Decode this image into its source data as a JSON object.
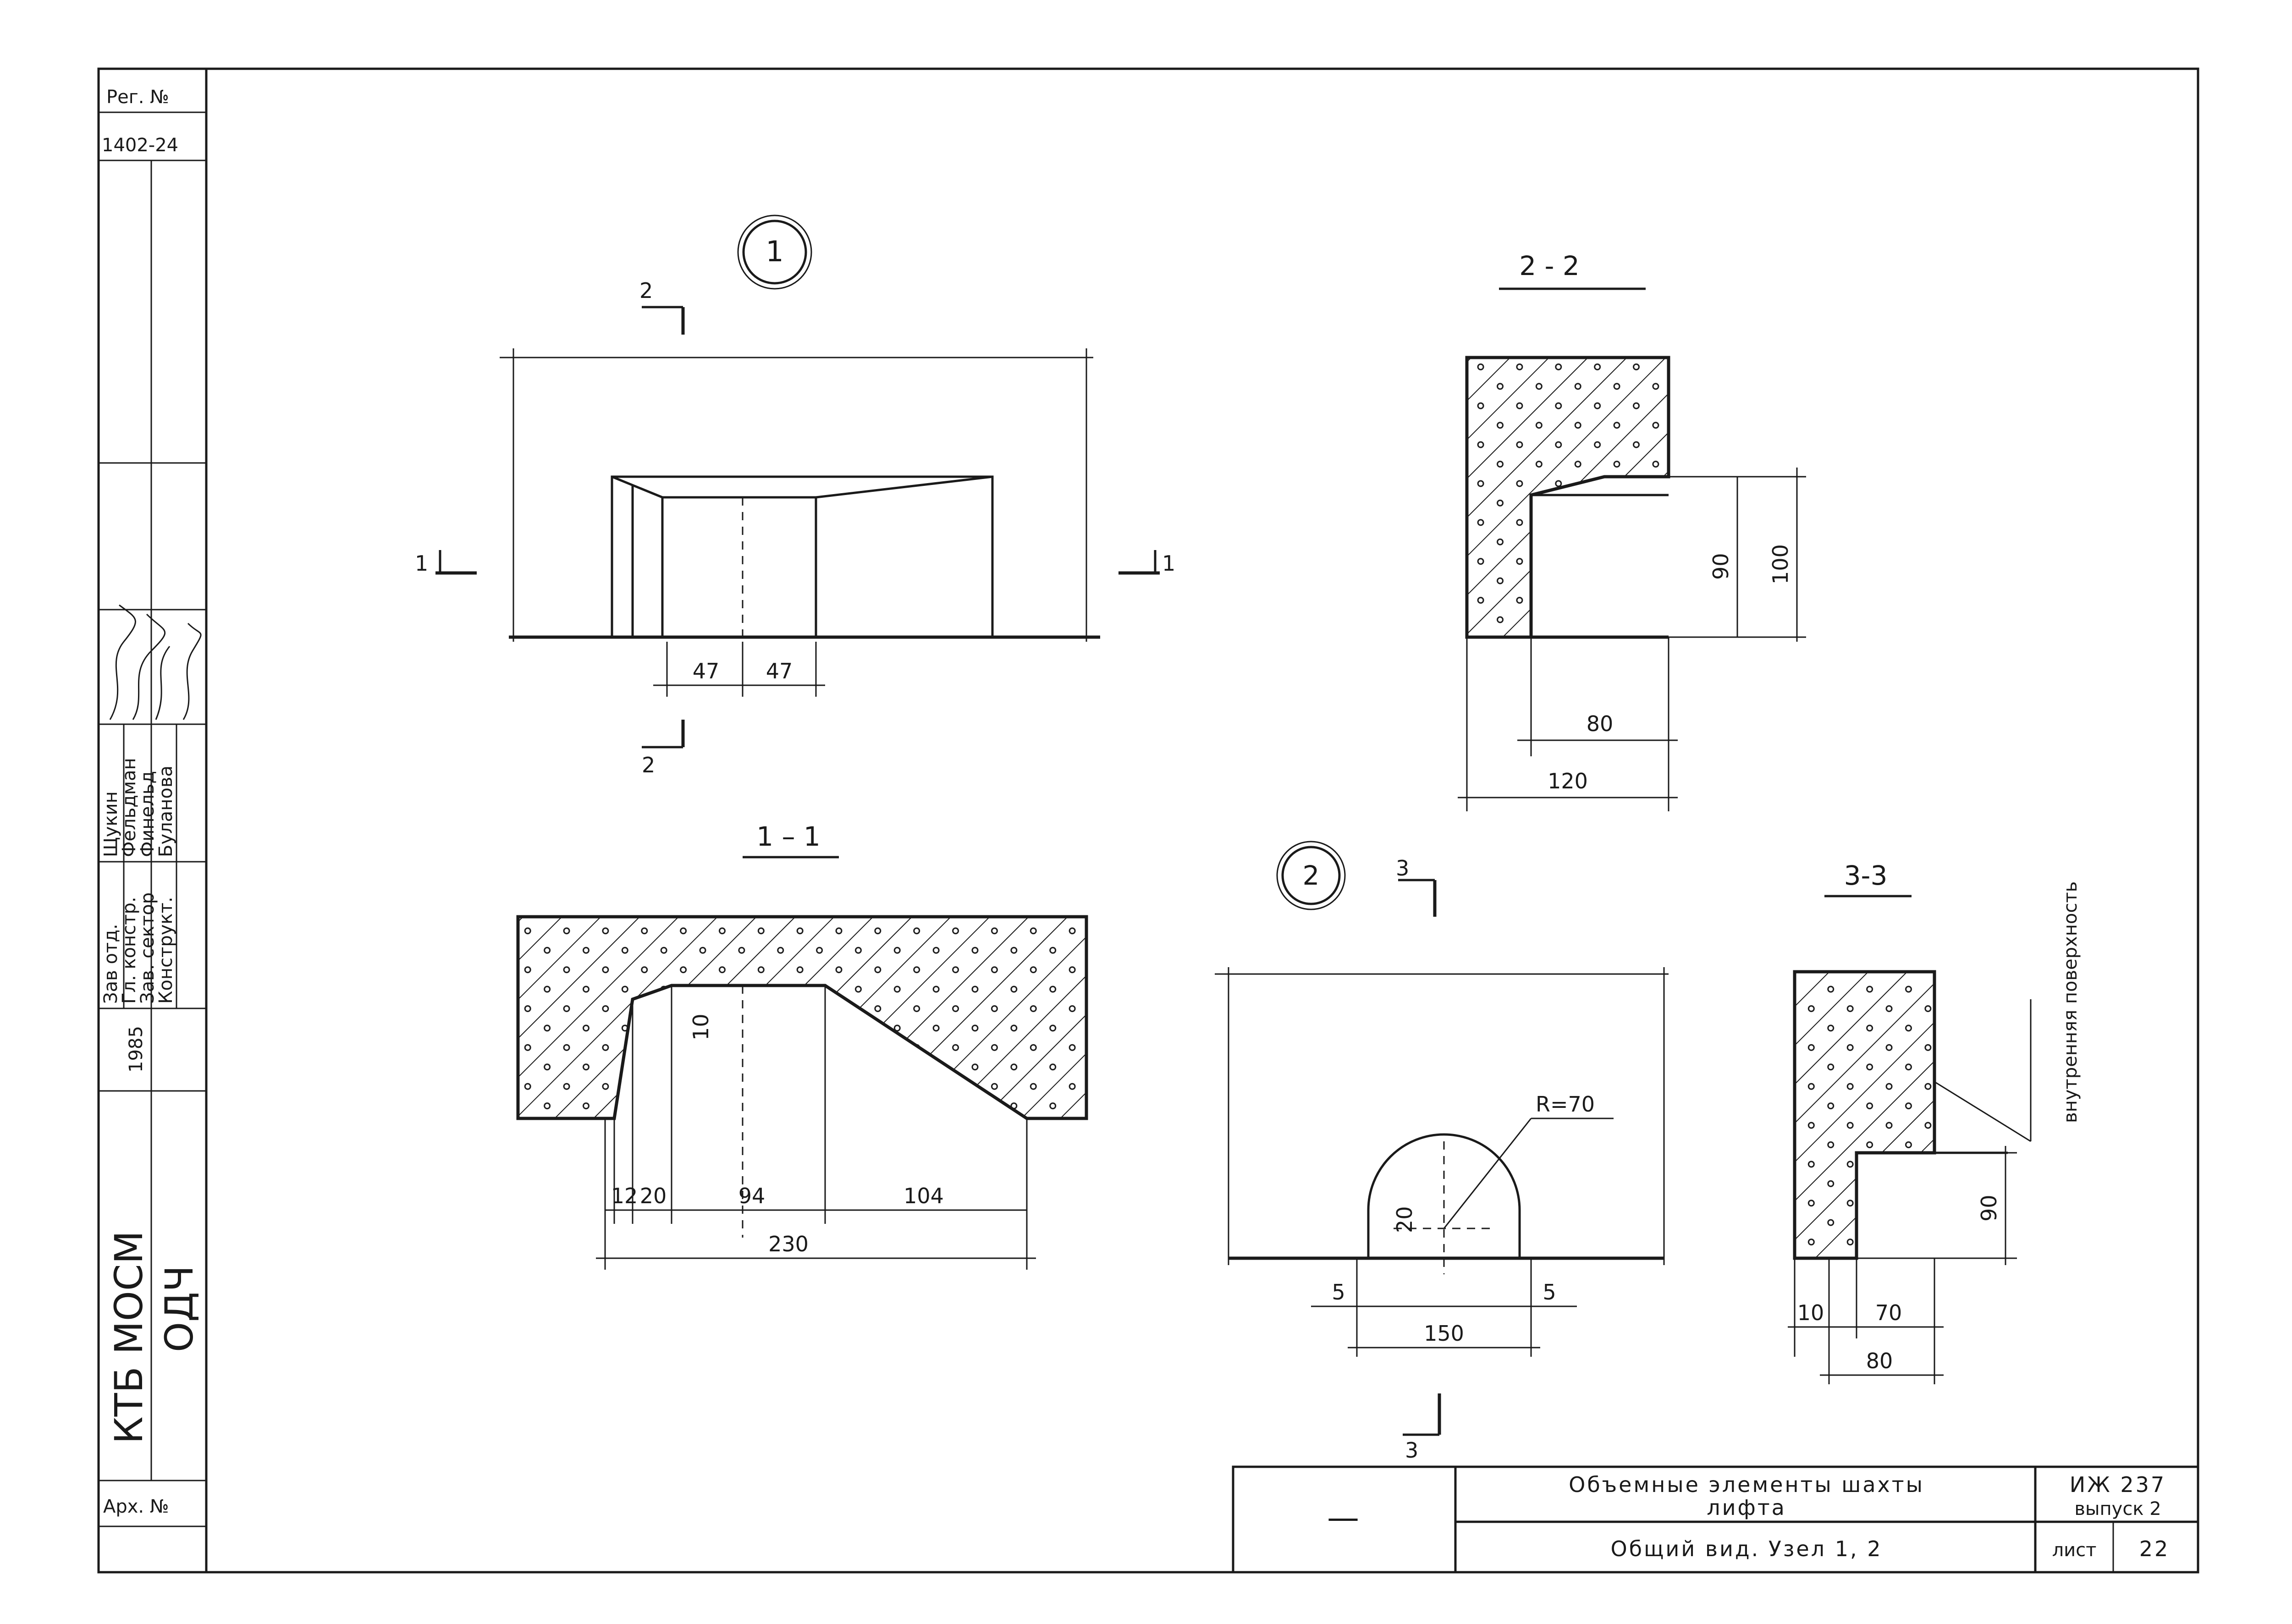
{
  "stamp": {
    "reg_label": "Рег. №",
    "reg_number": "1402-24",
    "year": "1985",
    "org": "КТБ МОСМ",
    "dept": "ОДЧ",
    "arch_label": "Арх. №",
    "roles": [
      "Зав отд.",
      "Гл. констр.",
      "Зав. сектор",
      "Конструкт."
    ],
    "names": [
      "Щукин",
      "Фельдман",
      "Финельд",
      "Буланова"
    ]
  },
  "title_block": {
    "dash": "—",
    "line1": "Объемные элементы шахты",
    "line2": "лифта",
    "line3": "Общий вид. Узел 1, 2",
    "code": "ИЖ 237",
    "issue": "выпуск 2",
    "sheet_label": "лист",
    "sheet_number": "22"
  },
  "node1": {
    "marker": "1",
    "cut2_label": "2",
    "cut1_label": "1",
    "dims": [
      "47",
      "47"
    ]
  },
  "section11": {
    "title": "1 – 1",
    "dims": [
      "12",
      "20",
      "94",
      "104",
      "230",
      "10"
    ]
  },
  "section22": {
    "title": "2 - 2",
    "dims": [
      "90",
      "100",
      "80",
      "120"
    ]
  },
  "node2": {
    "marker": "2",
    "cut_label": "3",
    "radius": "R=70",
    "dims": [
      "20",
      "5",
      "5",
      "150"
    ]
  },
  "section33": {
    "title": "3-3",
    "note": "внутренняя поверхность",
    "dims": [
      "90",
      "10",
      "70",
      "80"
    ]
  }
}
